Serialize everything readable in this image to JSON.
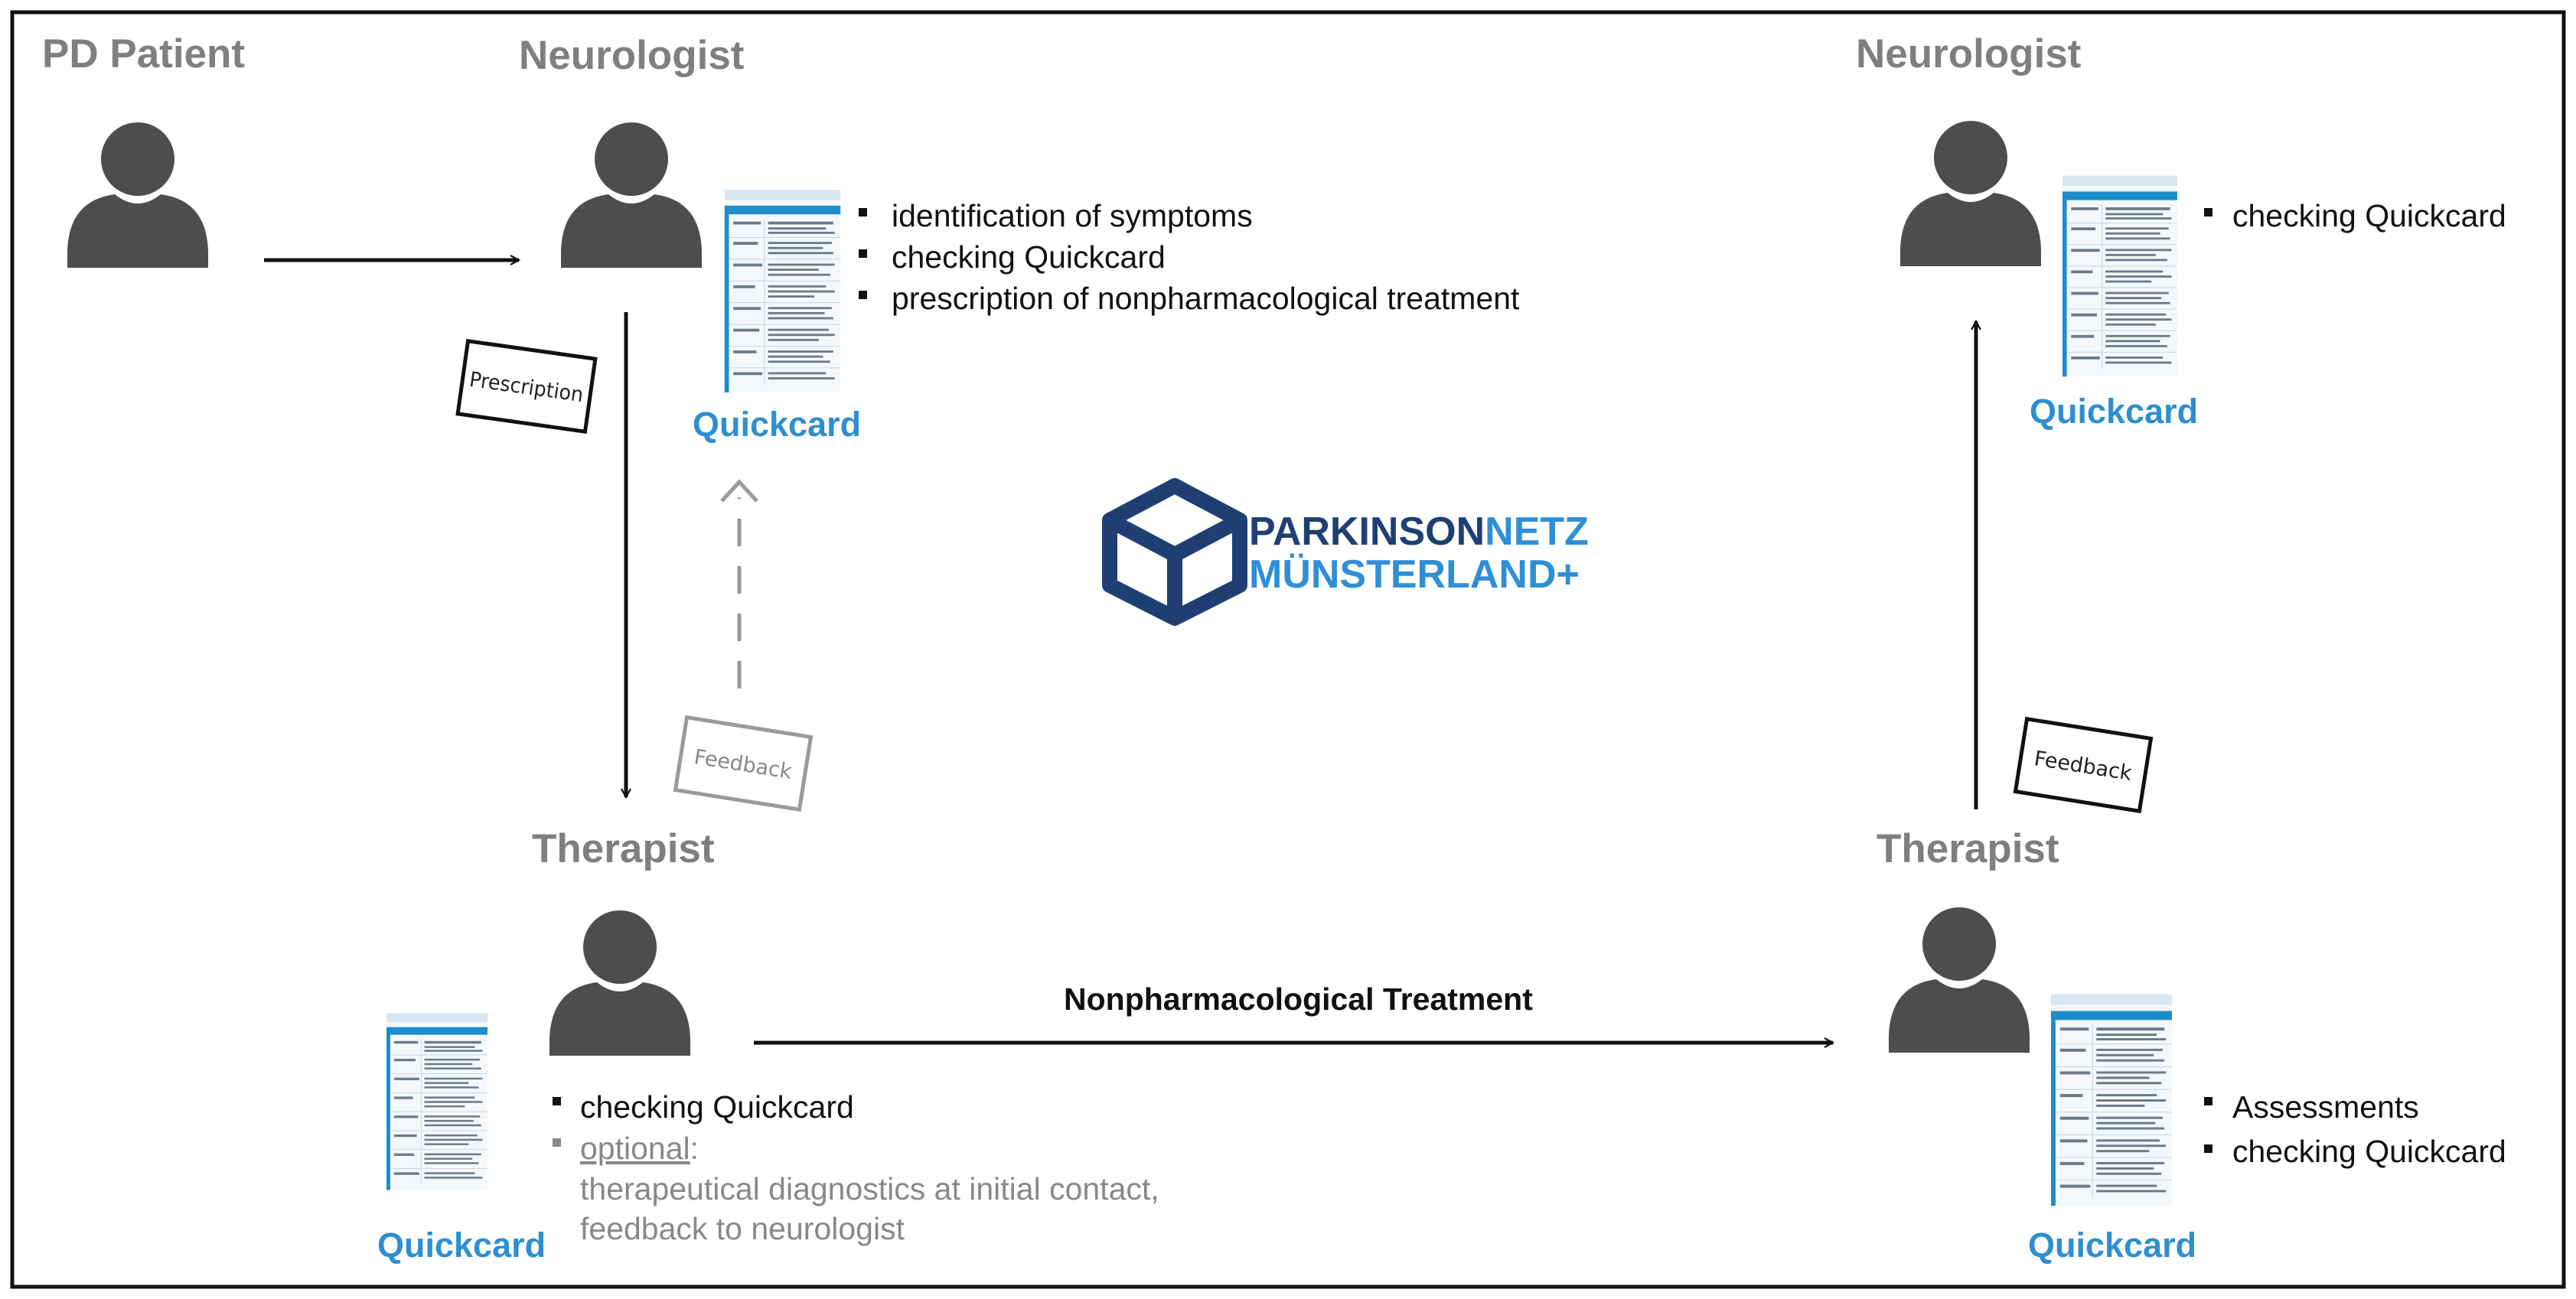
{
  "roles": {
    "patient": "PD Patient",
    "neurologist_1": "Neurologist",
    "neurologist_2": "Neurologist",
    "therapist_1": "Therapist",
    "therapist_2": "Therapist"
  },
  "quickcard_label": "Quickcard",
  "neurologist_1_tasks": [
    "identification of symptoms",
    "checking Quickcard",
    "prescription of nonpharmacological treatment"
  ],
  "neurologist_2_tasks": [
    "checking Quickcard"
  ],
  "therapist_1_tasks": {
    "item1": "checking Quickcard",
    "optional_label": "optional",
    "optional_colon": ":",
    "optional_line1": "therapeutical diagnostics at initial contact,",
    "optional_line2": "feedback to neurologist"
  },
  "therapist_2_tasks": [
    "Assessments",
    "checking Quickcard"
  ],
  "documents": {
    "prescription": "Prescription",
    "feedback_1": "Feedback",
    "feedback_2": "Feedback"
  },
  "treatment_label": "Nonpharmacological Treatment",
  "logo": {
    "line1_part1": "PARKINSON",
    "line1_part2": "NETZ",
    "line2": "MÜNSTERLAND+"
  },
  "colors": {
    "person": "#4d4d4d",
    "role_text": "#7f7f7f",
    "quickcard_text": "#2e8fd0",
    "logo_dark": "#1f3f73",
    "logo_light": "#2f8fd6",
    "feedback_dashed": "#9a9a9a"
  }
}
